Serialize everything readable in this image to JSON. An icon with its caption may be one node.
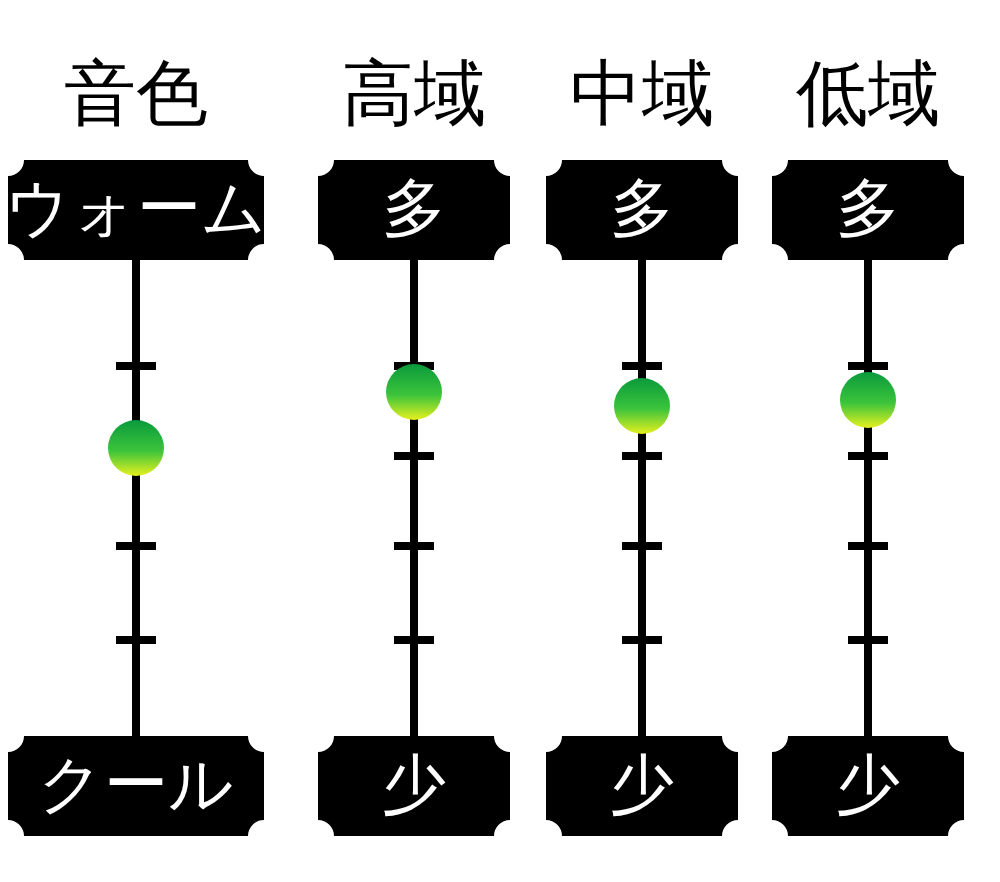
{
  "diagram": {
    "nodes": [
      {
        "text": [
          "ウォーム"
        ]
      },
      {
        "text": [
          "クール"
        ]
      },
      {
        "text": [
          "多"
        ]
      },
      {
        "text": [
          "少"
        ]
      },
      {
        "text": [
          "多"
        ]
      },
      {
        "text": [
          "少"
        ]
      },
      {
        "text": [
          "多"
        ]
      },
      {
        "text": [
          "少"
        ]
      }
    ],
    "edges": [
      {
        "from": 0,
        "to": 1,
        "arrow": "none"
      },
      {
        "from": 2,
        "to": 3,
        "arrow": "none"
      },
      {
        "from": 4,
        "to": 5,
        "arrow": "none"
      },
      {
        "from": 6,
        "to": 7,
        "arrow": "none"
      }
    ],
    "labels": [
      "音色",
      "高域",
      "中域",
      "低域"
    ]
  }
}
